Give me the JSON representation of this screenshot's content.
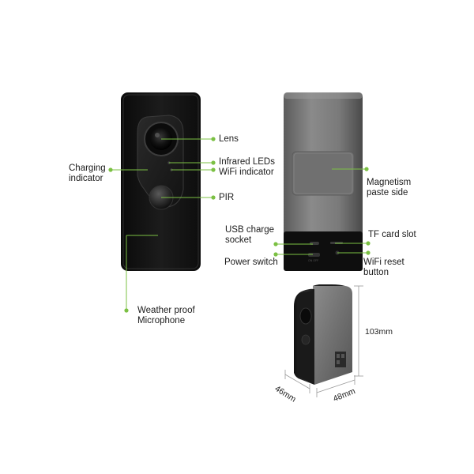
{
  "accent_color": "#7bc043",
  "labels": {
    "lens": "Lens",
    "infrared": "Infrared LEDs",
    "wifi_indicator": "WiFi indicator",
    "pir": "PIR",
    "charging_line1": "Charging",
    "charging_line2": "indicator",
    "weather_line1": "Weather proof",
    "weather_line2": "Microphone",
    "magnetism_line1": "Magnetism",
    "magnetism_line2": "paste side",
    "usb_line1": "USB charge",
    "usb_line2": "socket",
    "power_switch": "Power switch",
    "tf_card": "TF card slot",
    "wifi_reset_line1": "WiFi reset",
    "wifi_reset_line2": "button"
  },
  "dimensions": {
    "height": "103mm",
    "depth": "46mm",
    "width": "48mm"
  }
}
